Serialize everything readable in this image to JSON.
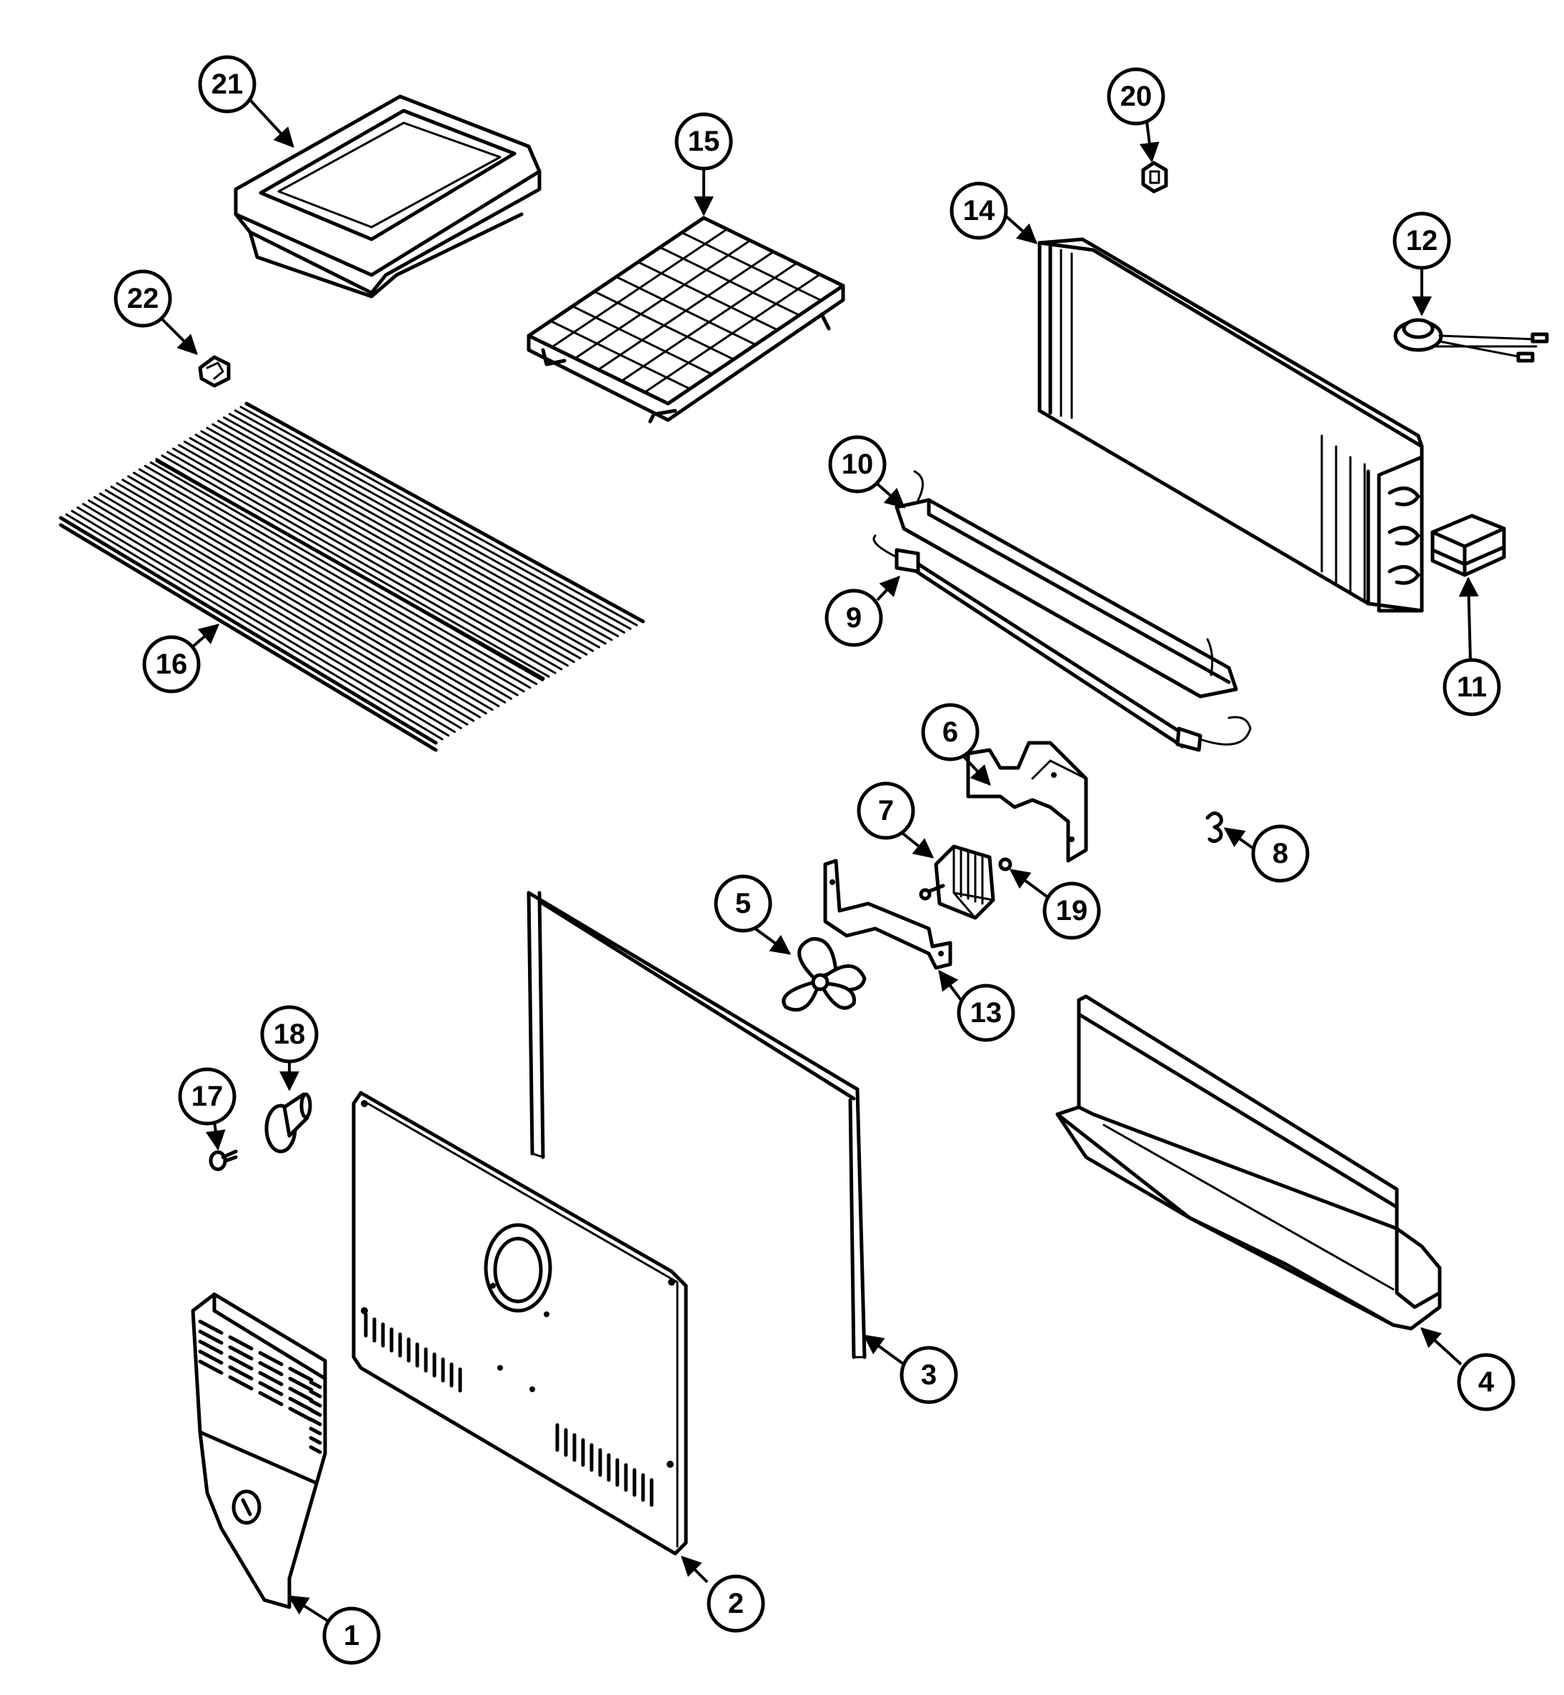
{
  "callouts": [
    {
      "id": "1",
      "label": "1"
    },
    {
      "id": "2",
      "label": "2"
    },
    {
      "id": "3",
      "label": "3"
    },
    {
      "id": "4",
      "label": "4"
    },
    {
      "id": "5",
      "label": "5"
    },
    {
      "id": "6",
      "label": "6"
    },
    {
      "id": "7",
      "label": "7"
    },
    {
      "id": "8",
      "label": "8"
    },
    {
      "id": "9",
      "label": "9"
    },
    {
      "id": "10",
      "label": "10"
    },
    {
      "id": "11",
      "label": "11"
    },
    {
      "id": "12",
      "label": "12"
    },
    {
      "id": "13",
      "label": "13"
    },
    {
      "id": "14",
      "label": "14"
    },
    {
      "id": "15",
      "label": "15"
    },
    {
      "id": "16",
      "label": "16"
    },
    {
      "id": "17",
      "label": "17"
    },
    {
      "id": "18",
      "label": "18"
    },
    {
      "id": "19",
      "label": "19"
    },
    {
      "id": "20",
      "label": "20"
    },
    {
      "id": "21",
      "label": "21"
    },
    {
      "id": "22",
      "label": "22"
    }
  ],
  "colors": {
    "ink": "#000000",
    "paper": "#ffffff"
  }
}
